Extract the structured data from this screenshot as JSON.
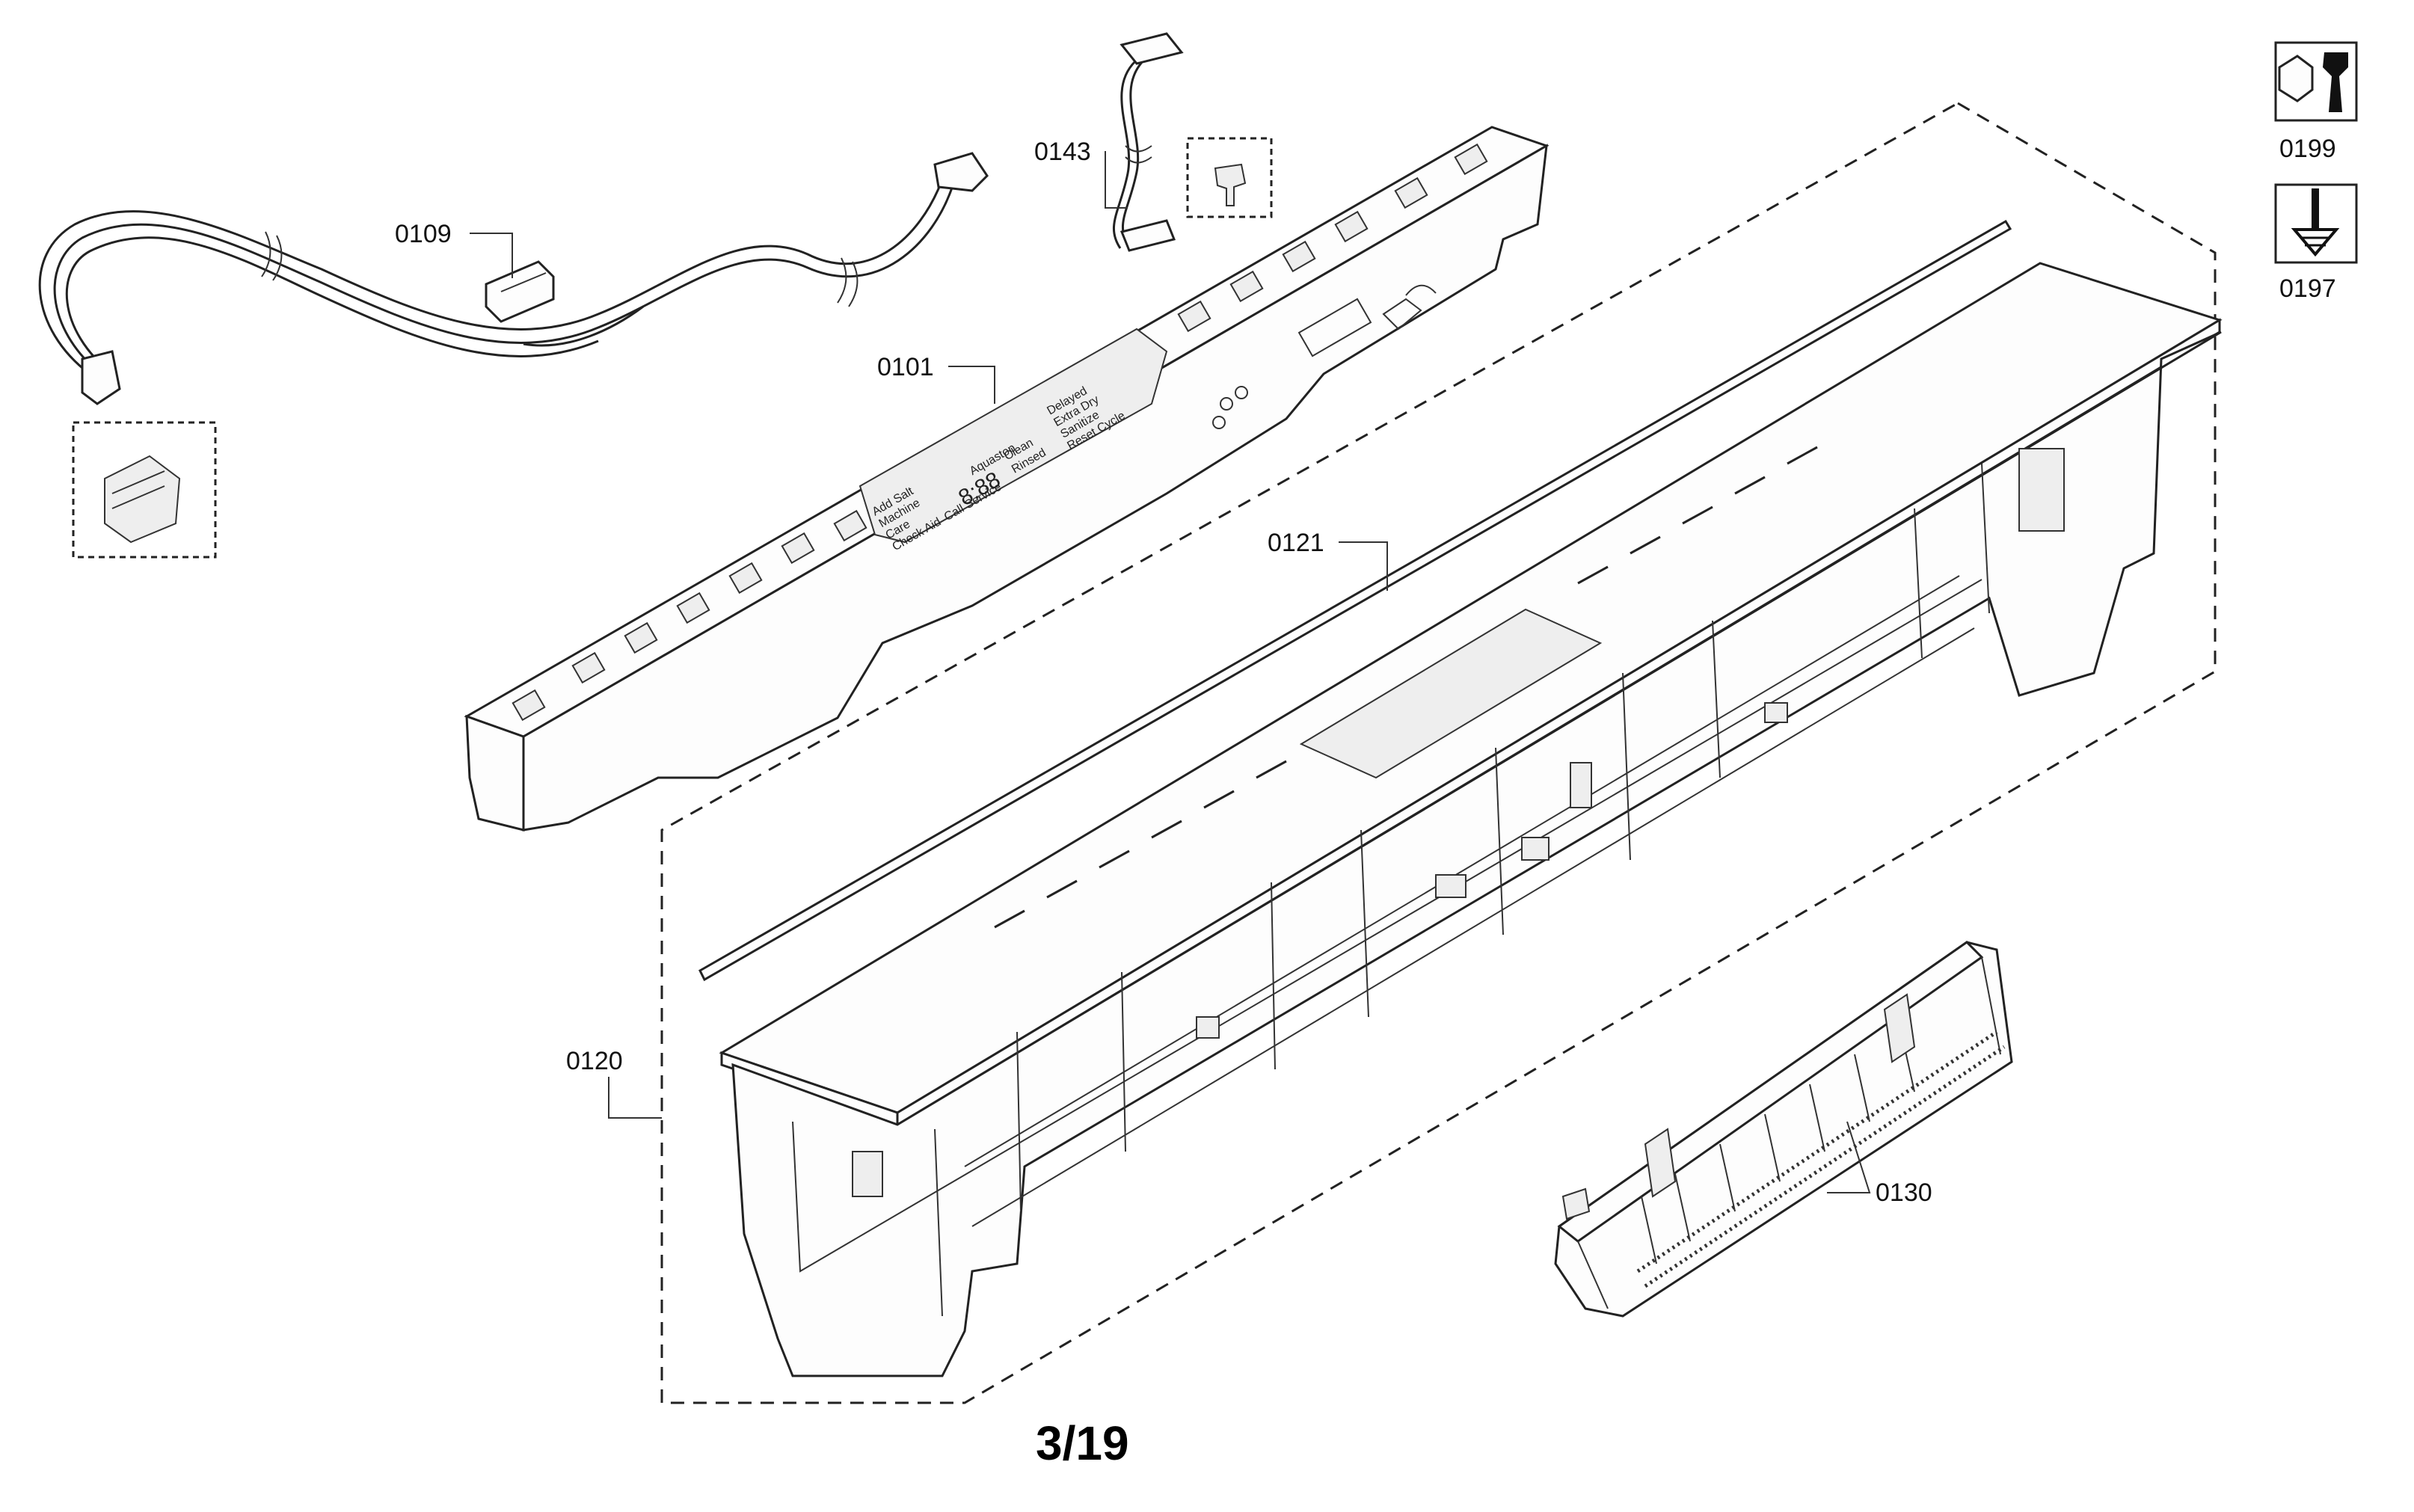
{
  "labels": {
    "p0109": "0109",
    "p0143": "0143",
    "p0101": "0101",
    "p0121": "0121",
    "p0120": "0120",
    "p0130": "0130",
    "p0199": "0199",
    "p0197": "0197"
  },
  "page_number": "3/19",
  "display_texts": {
    "t1": "Add Salt",
    "t2": "Machine",
    "t3": "Care",
    "t4": "Check Aid",
    "t5": "Call Service",
    "t6": "Aquastop",
    "t7": "Clean",
    "t8": "Rinsed",
    "t9": "Delayed",
    "t10": "Extra Dry",
    "t11": "Sanitize",
    "t12": "Reset Cycle",
    "digits": "8:88"
  },
  "icons": {
    "tool_top": "wrench-nut-icon",
    "tool_bottom": "screwdriver-screw-icon"
  }
}
